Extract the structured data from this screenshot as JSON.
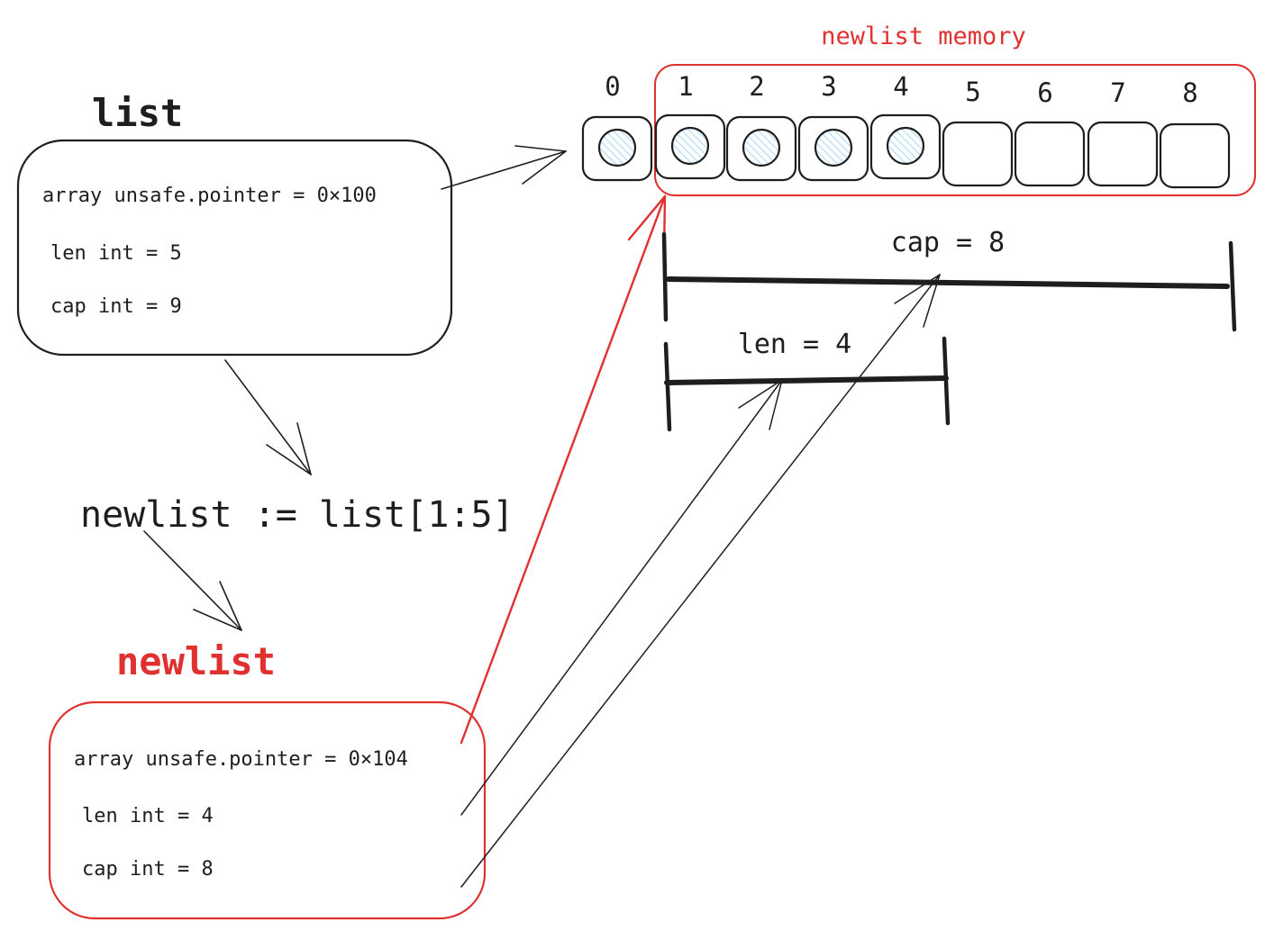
{
  "colors": {
    "ink": "#1e1e1e",
    "accent_red": "#e03131",
    "cell_fill_blue": "#a5d8ff",
    "background": "#ffffff"
  },
  "memory": {
    "title": "newlist memory",
    "indices": [
      "0",
      "1",
      "2",
      "3",
      "4",
      "5",
      "6",
      "7",
      "8"
    ],
    "filled": [
      true,
      true,
      true,
      true,
      true,
      false,
      false,
      false,
      false
    ]
  },
  "list": {
    "label": "list",
    "fields": [
      "array unsafe.pointer = 0×100",
      "len  int = 5",
      "cap  int = 9"
    ]
  },
  "code": {
    "statement": "newlist := list[1:5]"
  },
  "newlist": {
    "label": "newlist",
    "fields": [
      "array unsafe.pointer = 0×104",
      "len  int = 4",
      "cap  int = 8"
    ]
  },
  "ranges": {
    "cap_label": "cap = 8",
    "len_label": "len = 4"
  }
}
